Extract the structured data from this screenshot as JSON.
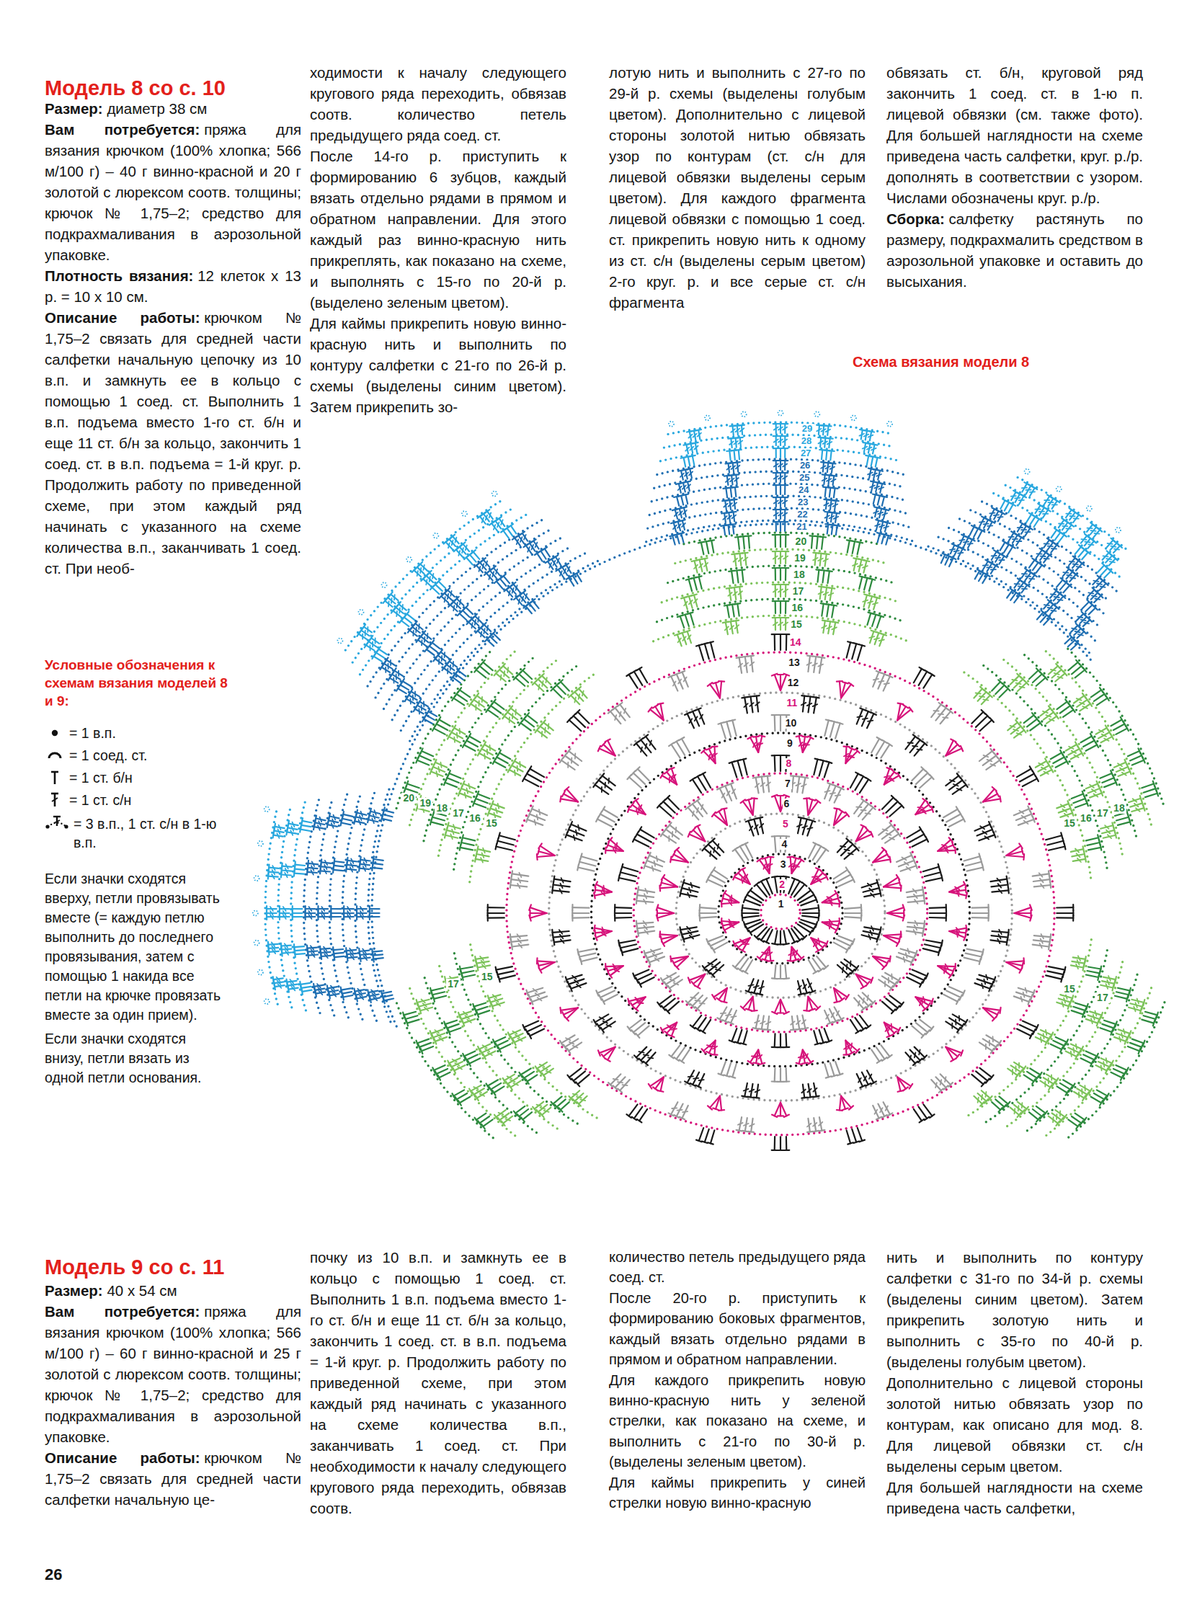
{
  "diagram": {
    "labels": [
      "Модель 8 со с. 10",
      "Размер:",
      "диаметр 38 см",
      "Вам потребуется:",
      "пряжа для вязания крючком (100% хлопка; 566 м/100 г) – 40 г винно-красной и 20 г золотой с люрексом соотв. толщины; крючок № 1,75–2; средство для подкрахмаливания в аэрозольной упаковке.",
      "Плотность вязания:",
      "12 клеток х 13 р. = 10 х 10 см.",
      "Описание работы:",
      "крючком № 1,75–2 связать для средней части салфетки начальную цепочку из 10 в.п. и замкнуть ее в кольцо с помощью 1 соед. ст. Выполнить 1 в.п. подъема вместо 1-го ст. б/н и еще 11 ст. б/н за кольцо, закончить 1 соед. ст. в в.п. подъема = 1-й круг. р. Продолжить работу по приведенной схеме, при этом каждый ряд начинать с указанного на схеме количества в.п., заканчивать 1 соед. ст. При необ-",
      "ходимости к началу следующего кругового ряда переходить, обвязав соотв. количество петель предыдущего ряда соед. ст.",
      "После 14-го р. приступить к формированию 6 зубцов, каждый вязать отдельно рядами в прямом и обратном направлении. Для этого каждый раз винно-красную нить прикреплять, как показано на схеме, и выполнять с 15-го по 20-й р. (выделено зеленым цветом).",
      "Для каймы прикрепить новую винно-красную нить и выполнить по контуру салфетки с 21-го по 26-й р. схемы (выделены синим цветом). Затем прикрепить зо-",
      "лотую нить и выполнить с 27-го по 29-й р. схемы (выделены голубым цветом). Дополнительно с лицевой стороны золотой нитью обвязать узор по контурам (ст. с/н для лицевой обвязки выделены серым цветом). Для каждого фрагмента лицевой обвязки с помощью 1 соед. ст. прикрепить новую нить к одному из ст. с/н (выделены серым цветом) 2-го круг. р. и все серые ст. с/н фрагмента",
      "обвязать ст. б/н, круговой ряд закончить 1 соед. ст. в 1-ю п. лицевой обвязки (см. также фото). Для большей наглядности на схеме приведена часть салфетки, круг. р./р. дополнять в соответствии с узором. Числами обозначены круг. р./р.",
      "Сборка:",
      "салфетку растянуть по размеру, подкрахмалить средством в аэрозольной упаковке и оставить до высыхания.",
      "Схема вязания модели 8",
      "Условные обозначения к схемам вязания моделей 8 и 9:",
      "Если значки сходятся вверху, петли провязывать вместе (= каждую петлю выполнить до последнего провязывания, затем с помощью 1 накида все петли на крючке провязать вместе за один прием).",
      "Если значки сходятся внизу, петли вязать из одной петли основания.",
      "Модель 9 со с. 11",
      "Размер:",
      "40 х 54 см",
      "Вам потребуется:",
      "пряжа для вязания крючком (100% хлопка; 566 м/100 г) – 60 г винно-красной и 25 г золотой с люрексом соотв. толщины; крючок № 1,75–2; средство для подкрахмаливания в аэрозольной упаковке.",
      "Описание работы:",
      "крючком № 1,75–2 связать для средней части салфетки начальную це-",
      "почку из 10 в.п. и замкнуть ее в кольцо с помощью 1 соед. ст. Выполнить 1 в.п. подъема вместо 1-го ст. б/н и еще 11 ст. б/н за кольцо, закончить 1 соед. ст. в в.п. подъема = 1-й круг. р. Продолжить работу по приведенной схеме, при этом каждый ряд начинать с указанного на схеме количества в.п., заканчивать 1 соед. ст. При необходимости к началу следующего кругового ряда переходить, обвязав соотв.",
      "количество петель предыдущего ряда соед. ст.",
      "После 20-го р. приступить к формированию боковых фрагментов, каждый вязать отдельно рядами в прямом и обратном направлении.",
      "Для каждого прикрепить новую винно-красную нить у зеленой стрелки, как показано на схеме, и выполнить с 21-го по 30-й р. (выделены зеленым цветом).",
      "Для каймы прикрепить у синей стрелки новую винно-красную",
      "нить и выполнить по контуру салфетки с 31-го по 34-й р. схемы (выделены синим цветом). Затем прикрепить золотую нить и выполнить с 35-го по 40-й р. (выделены голубым цветом).",
      "Дополнительно с лицевой стороны золотой нитью обвязать узор по контурам, как описано для мод. 8. Для лицевой обвязки ст. с/н выделены серым цветом.",
      "Для большей наглядности на схеме приведена часть салфетки,",
      "26",
      "1",
      "2",
      "3",
      "4",
      "5",
      "6",
      "7",
      "8",
      "9",
      "10",
      "11",
      "12",
      "13",
      "14",
      "15",
      "16",
      "17",
      "18",
      "19",
      "20",
      "21",
      "22",
      "23",
      "24",
      "25",
      "26",
      "27",
      "28",
      "29",
      "15",
      "16",
      "17",
      "18",
      "15",
      "16",
      "17",
      "18",
      "19",
      "20",
      "15",
      "17",
      "15",
      "17"
    ],
    "legend": [
      {
        "text": "= 1 в.п."
      },
      {
        "text": "= 1 соед. ст."
      },
      {
        "text": "= 1 ст. б/н"
      },
      {
        "text": "= 1 ст. с/н"
      },
      {
        "text": "= 3 в.п., 1 ст. с/н в 1-ю в.п."
      }
    ]
  }
}
